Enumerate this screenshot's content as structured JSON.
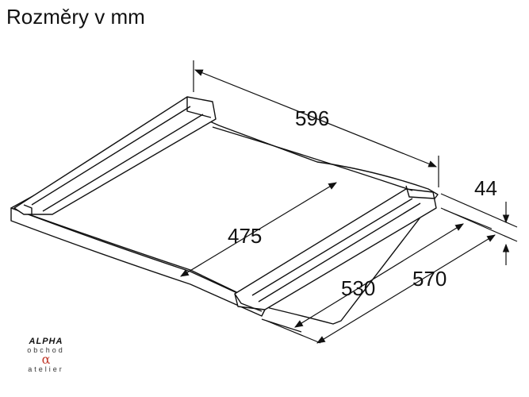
{
  "title": "Rozměry v mm",
  "dimensions": {
    "width": "596",
    "inner_width": "475",
    "height": "44",
    "depth_inner": "530",
    "depth_outer": "570"
  },
  "logo": {
    "brand": "ALPHA",
    "line1": "obchod",
    "line2": "atelier"
  }
}
